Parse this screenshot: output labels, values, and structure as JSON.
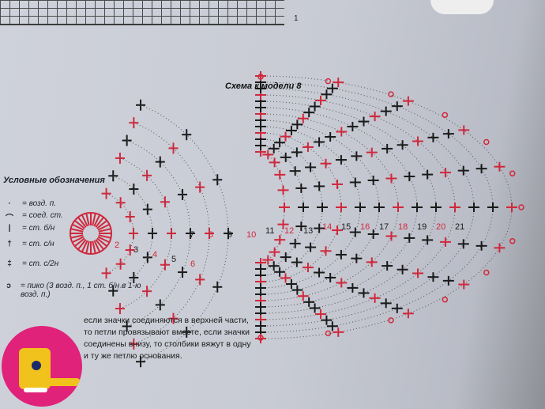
{
  "scheme_title": "Схема к модели 8",
  "grid_marker": "1",
  "legend": {
    "title": "Условные обозначения",
    "items": [
      {
        "symbol": "·",
        "label": "= возд. п."
      },
      {
        "symbol": "⌒",
        "label": "= соед. ст."
      },
      {
        "symbol": "|",
        "label": "= ст. б/н"
      },
      {
        "symbol": "†",
        "label": "= ст. с/н"
      },
      {
        "symbol": "‡",
        "label": "= ст. с/2н"
      },
      {
        "symbol": "ɔ",
        "label": "= пико (3 возд. п., 1 ст. б/н в 1-ю возд. п.)"
      }
    ]
  },
  "note": "если значки соединяются в верхней части, то петли провязывают вместе, если значки соединены внизу, то столбики вяжут в одну и ту же петлю основания.",
  "row_numbers": [
    "2",
    "3",
    "4",
    "5",
    "6",
    "7",
    "8",
    "9",
    "10",
    "11",
    "12",
    "13",
    "14",
    "15",
    "16",
    "17",
    "18",
    "19",
    "20",
    "21"
  ],
  "colors": {
    "red": "#d0283c",
    "black": "#1a1a1a",
    "logo": "#e0227a"
  }
}
